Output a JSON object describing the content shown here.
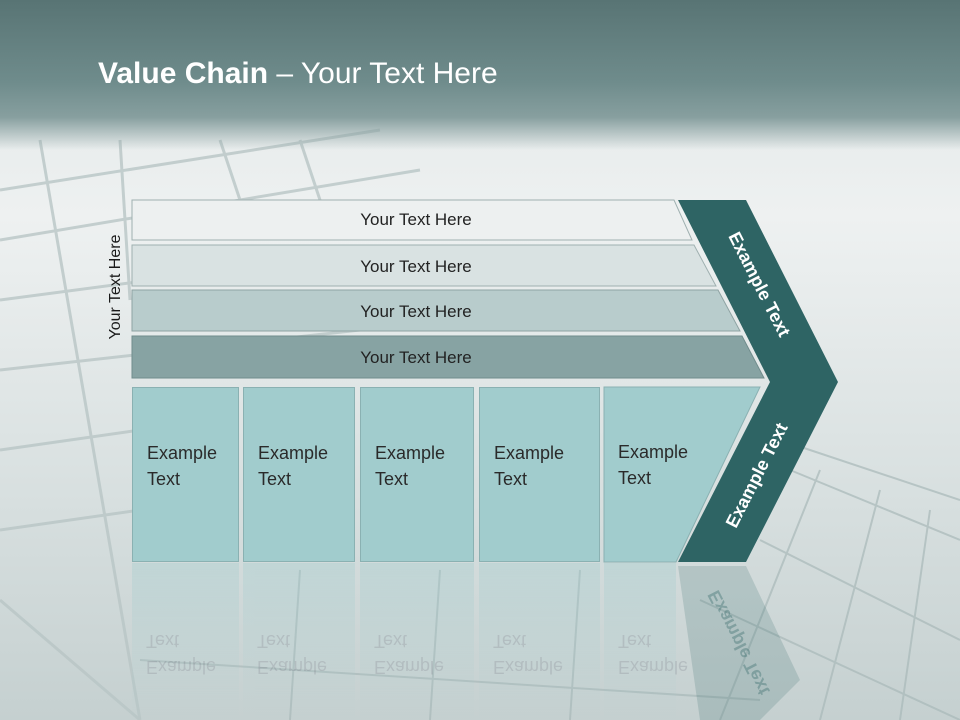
{
  "title": {
    "bold": "Value Chain",
    "rest": " – Your Text Here"
  },
  "side_label": "Your Text Here",
  "bars": [
    {
      "label": "Your Text Here",
      "color": "#edf0f0"
    },
    {
      "label": "Your Text Here",
      "color": "#d9e2e2"
    },
    {
      "label": "Your Text Here",
      "color": "#b8cccc"
    },
    {
      "label": "Your Text Here",
      "color": "#87a3a3"
    }
  ],
  "boxes": [
    {
      "label": "Example\nText"
    },
    {
      "label": "Example\nText"
    },
    {
      "label": "Example\nText"
    },
    {
      "label": "Example\nText"
    },
    {
      "label": "Example\nText"
    }
  ],
  "chevron": {
    "upper_text": "Example Text",
    "lower_text": "Example Text",
    "color": "#2e6464"
  },
  "colors": {
    "box_fill": "#a1cccd",
    "title_band": "#6f8c8c"
  }
}
